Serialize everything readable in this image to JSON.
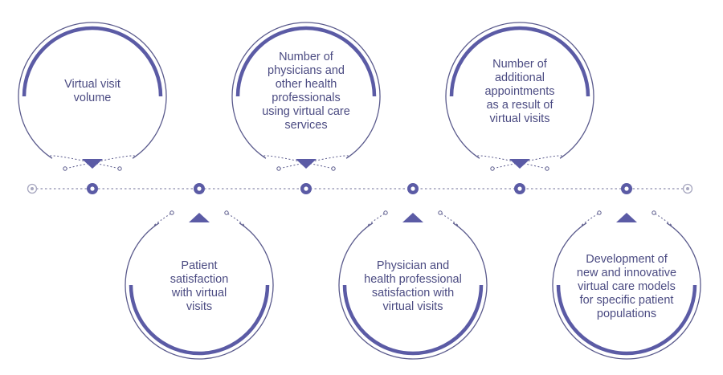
{
  "colors": {
    "primary": "#5b5ba5",
    "outline": "#5a5a8c",
    "text": "#4b4b82",
    "node_end": "#a8a8c0"
  },
  "items": [
    {
      "position": "top",
      "lines": [
        "Virtual visit",
        "volume"
      ]
    },
    {
      "position": "bottom",
      "lines": [
        "Patient",
        "satisfaction",
        "with virtual",
        "visits"
      ]
    },
    {
      "position": "top",
      "lines": [
        "Number of",
        "physicians and",
        "other health",
        "professionals",
        "using virtual care",
        "services"
      ]
    },
    {
      "position": "bottom",
      "lines": [
        "Physician and",
        "health professional",
        "satisfaction with",
        "virtual visits"
      ]
    },
    {
      "position": "top",
      "lines": [
        "Number of",
        "additional",
        "appointments",
        "as a result of",
        "virtual visits"
      ]
    },
    {
      "position": "bottom",
      "lines": [
        "Development of",
        "new and innovative",
        "virtual care models",
        "for specific patient",
        "populations"
      ]
    }
  ]
}
